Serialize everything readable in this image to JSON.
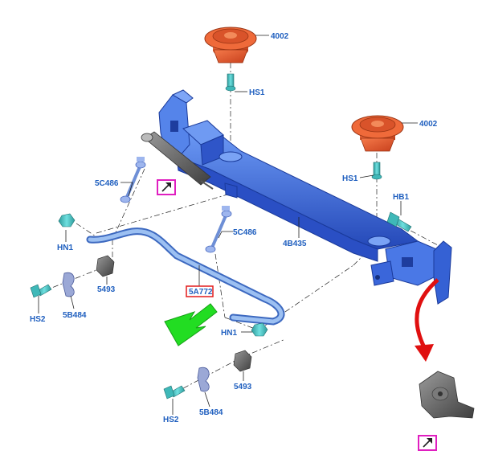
{
  "diagram": {
    "labels": {
      "mount_top": "4002",
      "mount_right": "4002",
      "bolt_top": "HS1",
      "bolt_right": "HS1",
      "bolt_hb1": "HB1",
      "link_left": "5C486",
      "link_center": "5C486",
      "crossmember": "4B435",
      "nut_left_hn1": "HN1",
      "nut_center_hn1": "HN1",
      "bushing_left": "5493",
      "bushing_bottom": "5493",
      "bolt_left_hs2": "HS2",
      "bolt_bottom_hs2": "HS2",
      "bracket_left": "5B484",
      "bracket_bottom": "5B484",
      "stabilizer_bar": "5A772"
    },
    "colors": {
      "label": "#1f5fbf",
      "crossmember": "#3d6fe0",
      "mount": "#e0552b",
      "fastener": "#2fb3b3",
      "bar": "#6f9ee8",
      "highlight_box": "#e21b1b",
      "link_box": "#e01fc0",
      "arrow_green": "#22dd22",
      "arrow_red": "#e01010"
    },
    "icons": [
      "external-link-icon",
      "external-link-icon"
    ]
  }
}
